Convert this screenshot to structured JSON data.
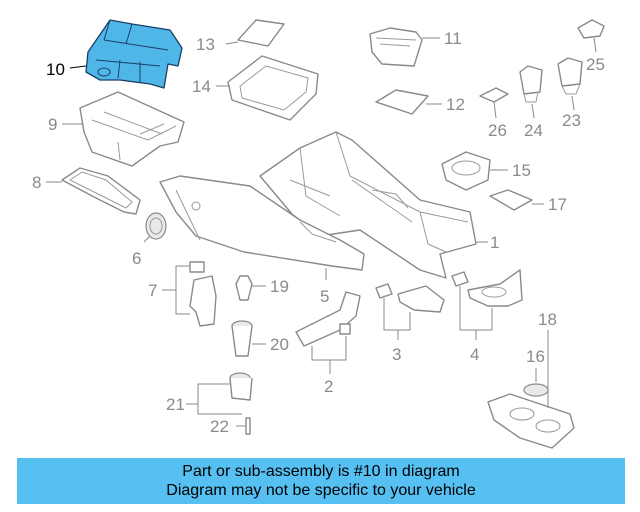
{
  "diagram": {
    "highlighted_part": "10",
    "colors": {
      "highlight": "#4fb6e8",
      "banner": "#55c0f1",
      "lines": "#8a8a8a"
    },
    "labels": {
      "l1": "1",
      "l2": "2",
      "l3": "3",
      "l4": "4",
      "l5": "5",
      "l6": "6",
      "l7": "7",
      "l8": "8",
      "l9": "9",
      "l10": "10",
      "l11": "11",
      "l12": "12",
      "l13": "13",
      "l14": "14",
      "l15": "15",
      "l16": "16",
      "l17": "17",
      "l18": "18",
      "l19": "19",
      "l20": "20",
      "l21": "21",
      "l22": "22",
      "l23": "23",
      "l24": "24",
      "l25": "25",
      "l26": "26"
    }
  },
  "banner": {
    "line1": "Part or sub-assembly is #10 in diagram",
    "line2": "Diagram may not be specific to your vehicle"
  }
}
